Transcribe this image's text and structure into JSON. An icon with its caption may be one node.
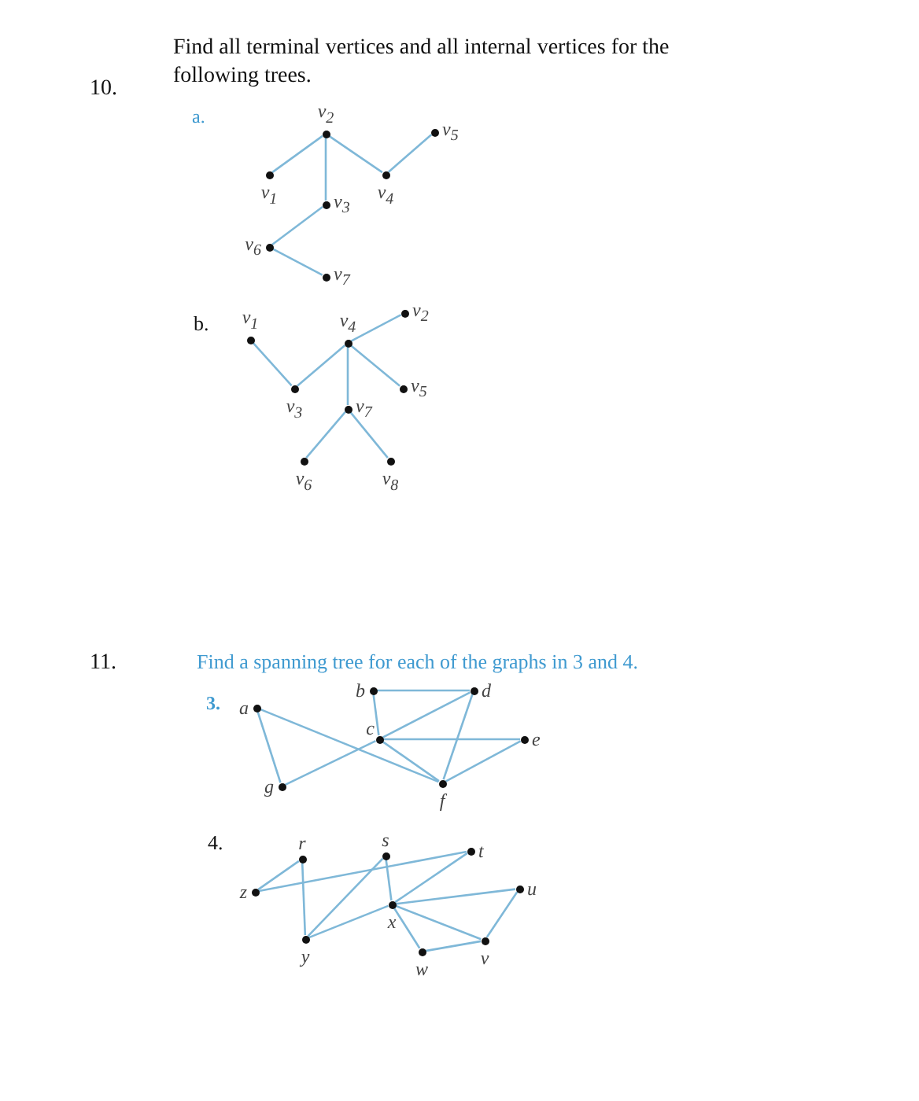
{
  "diagram": {
    "nodes": [
      {
        "text": [],
        "shape": "circle",
        "beside": [
          "v$_{2}$"
        ]
      },
      {
        "text": [],
        "shape": "circle",
        "beside": [
          "v$_{5}$"
        ]
      },
      {
        "text": [],
        "shape": "circle",
        "beside": [
          "v$_{1}$"
        ]
      },
      {
        "text": [],
        "shape": "circle",
        "beside": [
          "v$_{4}$"
        ]
      },
      {
        "text": [],
        "shape": "circle",
        "beside": [
          "v$_{3}$"
        ]
      },
      {
        "text": [],
        "shape": "circle",
        "beside": [
          "v$_{6}$"
        ]
      },
      {
        "text": [],
        "shape": "circle",
        "beside": [
          "v$_{7}$"
        ]
      },
      {
        "text": [],
        "shape": "circle",
        "beside": [
          "v$_{1}$"
        ]
      },
      {
        "text": [],
        "shape": "circle",
        "beside": [
          "v$_{2}$"
        ]
      },
      {
        "text": [],
        "shape": "circle",
        "beside": [
          "v$_{4}$"
        ]
      },
      {
        "text": [],
        "shape": "circle",
        "beside": [
          "v$_{3}$"
        ]
      },
      {
        "text": [],
        "shape": "circle",
        "beside": [
          "v$_{5}$"
        ]
      },
      {
        "text": [],
        "shape": "circle",
        "beside": [
          "v$_{7}$"
        ]
      },
      {
        "text": [],
        "shape": "circle",
        "beside": [
          "v$_{6}$"
        ]
      },
      {
        "text": [],
        "shape": "circle",
        "beside": [
          "v$_{8}$"
        ]
      },
      {
        "text": [],
        "shape": "circle",
        "beside": [
          "b"
        ]
      },
      {
        "text": [],
        "shape": "circle",
        "beside": [
          "d"
        ]
      },
      {
        "text": [],
        "shape": "circle",
        "beside": [
          "a"
        ]
      },
      {
        "text": [],
        "shape": "circle",
        "beside": [
          "c"
        ]
      },
      {
        "text": [],
        "shape": "circle",
        "beside": [
          "e"
        ]
      },
      {
        "text": [],
        "shape": "circle",
        "beside": [
          "g"
        ]
      },
      {
        "text": [],
        "shape": "circle",
        "beside": [
          "f"
        ]
      },
      {
        "text": [],
        "shape": "circle",
        "beside": [
          "t"
        ]
      },
      {
        "text": [],
        "shape": "circle",
        "beside": [
          "r"
        ]
      },
      {
        "text": [],
        "shape": "circle",
        "beside": [
          "s"
        ]
      },
      {
        "text": [],
        "shape": "circle",
        "beside": [
          "z"
        ]
      },
      {
        "text": [],
        "shape": "circle",
        "beside": [
          "u"
        ]
      },
      {
        "text": [],
        "shape": "circle",
        "beside": [
          "x"
        ]
      },
      {
        "text": [],
        "shape": "circle",
        "beside": [
          "y"
        ]
      },
      {
        "text": [],
        "shape": "circle",
        "beside": [
          "v"
        ]
      },
      {
        "text": [],
        "shape": "circle",
        "beside": [
          "w"
        ]
      }
    ],
    "edges": [
      {
        "from": 0,
        "to": 2,
        "arrow": "none"
      },
      {
        "from": 0,
        "to": 4,
        "arrow": "none"
      },
      {
        "from": 0,
        "to": 3,
        "arrow": "none"
      },
      {
        "from": 3,
        "to": 1,
        "arrow": "none"
      },
      {
        "from": 4,
        "to": 5,
        "arrow": "none"
      },
      {
        "from": 5,
        "to": 6,
        "arrow": "none"
      },
      {
        "from": 7,
        "to": 10,
        "arrow": "none"
      },
      {
        "from": 10,
        "to": 9,
        "arrow": "none"
      },
      {
        "from": 9,
        "to": 8,
        "arrow": "none"
      },
      {
        "from": 9,
        "to": 11,
        "arrow": "none"
      },
      {
        "from": 9,
        "to": 12,
        "arrow": "none"
      },
      {
        "from": 12,
        "to": 13,
        "arrow": "none"
      },
      {
        "from": 12,
        "to": 14,
        "arrow": "none"
      },
      {
        "from": 15,
        "to": 16,
        "arrow": "none"
      },
      {
        "from": 15,
        "to": 18,
        "arrow": "none"
      },
      {
        "from": 17,
        "to": 20,
        "arrow": "none"
      },
      {
        "from": 17,
        "to": 21,
        "arrow": "none"
      },
      {
        "from": 20,
        "to": 18,
        "arrow": "none"
      },
      {
        "from": 18,
        "to": 16,
        "arrow": "none"
      },
      {
        "from": 18,
        "to": 19,
        "arrow": "none"
      },
      {
        "from": 18,
        "to": 21,
        "arrow": "none"
      },
      {
        "from": 16,
        "to": 21,
        "arrow": "none"
      },
      {
        "from": 19,
        "to": 21,
        "arrow": "none"
      },
      {
        "from": 25,
        "to": 23,
        "arrow": "none"
      },
      {
        "from": 25,
        "to": 22,
        "arrow": "none"
      },
      {
        "from": 23,
        "to": 28,
        "arrow": "none"
      },
      {
        "from": 28,
        "to": 24,
        "arrow": "none"
      },
      {
        "from": 28,
        "to": 27,
        "arrow": "none"
      },
      {
        "from": 24,
        "to": 27,
        "arrow": "none"
      },
      {
        "from": 27,
        "to": 22,
        "arrow": "none"
      },
      {
        "from": 27,
        "to": 26,
        "arrow": "none"
      },
      {
        "from": 27,
        "to": 30,
        "arrow": "none"
      },
      {
        "from": 27,
        "to": 29,
        "arrow": "none"
      },
      {
        "from": 30,
        "to": 29,
        "arrow": "none"
      },
      {
        "from": 26,
        "to": 29,
        "arrow": "none"
      }
    ],
    "labels": [
      "10.",
      "Find all terminal vertices and all internal vertices for the following trees.",
      "a.",
      "b.",
      "11.",
      "Find a spanning tree for each of the graphs in 3 and 4.",
      "3.",
      "4."
    ]
  }
}
